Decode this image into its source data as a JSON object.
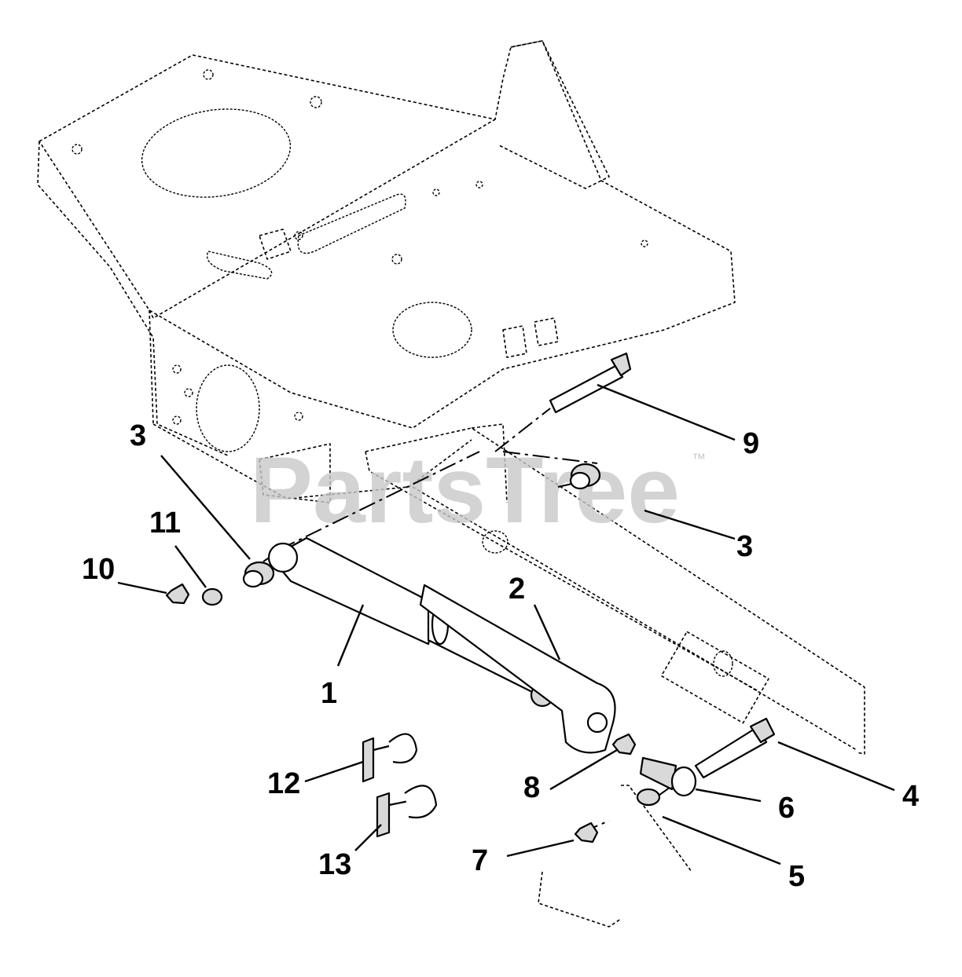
{
  "watermark": {
    "text": "PartsTree",
    "trademark": "™",
    "color": "#c8c8c8"
  },
  "callouts": {
    "c1": "1",
    "c2": "2",
    "c3a": "3",
    "c3b": "3",
    "c4": "4",
    "c5": "5",
    "c6": "6",
    "c7": "7",
    "c8": "8",
    "c9": "9",
    "c10": "10",
    "c11": "11",
    "c12": "12",
    "c13": "13"
  },
  "colors": {
    "line": "#000000",
    "background": "#ffffff",
    "part_shade": "#d9d9d9"
  }
}
